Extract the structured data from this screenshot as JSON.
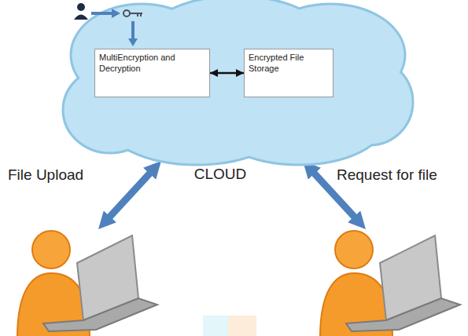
{
  "diagram": {
    "nodes": [
      {
        "text": [
          "CLOUD"
        ]
      },
      {
        "text": [
          "MultiEncryption and Decryption"
        ],
        "in": 0
      },
      {
        "text": [
          "Encrypted File Storage"
        ],
        "in": 0
      }
    ],
    "edges": [
      {
        "from": 1,
        "to": 2,
        "arrow": "both"
      }
    ],
    "labels": [
      "File Upload",
      "Request for file"
    ]
  }
}
